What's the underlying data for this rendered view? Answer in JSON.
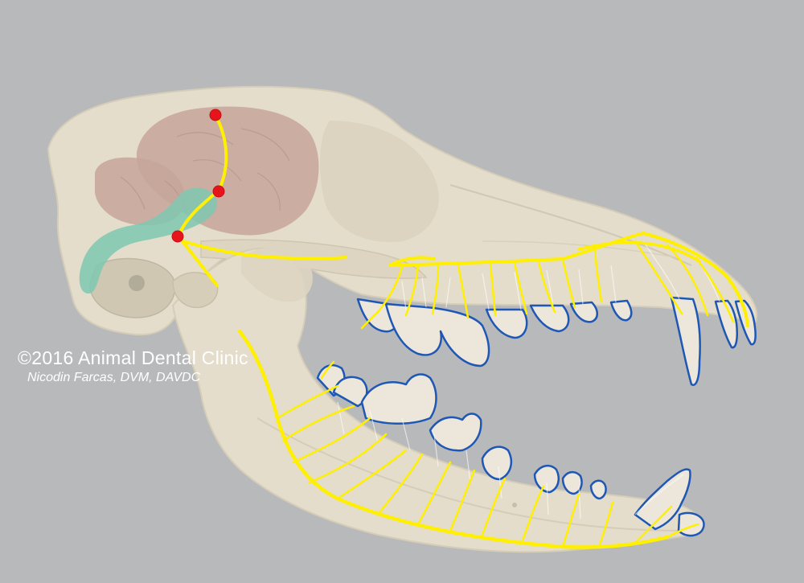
{
  "credit": {
    "copyright": "©2016 Animal Dental Clinic",
    "author": "Nicodin Farcas, DVM, DAVDC"
  },
  "colors": {
    "background": "#b8b9bb",
    "bone": "#e4ddcb",
    "bone_shadow": "#d2cab5",
    "brain": "#c7a59a",
    "brainstem": "#7fc8b2",
    "nerve": "#ffef00",
    "nucleus": "#e8141c",
    "tooth_outline": "#1f57b5",
    "tooth_fill": "#ece7da"
  },
  "icons": {
    "nucleus_marker": "red-dot"
  }
}
